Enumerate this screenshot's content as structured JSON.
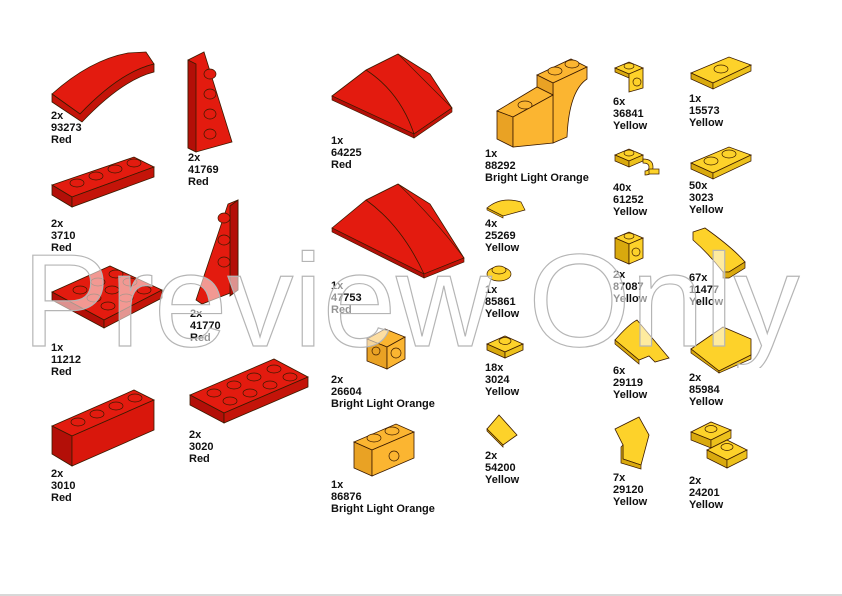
{
  "colors": {
    "red": "#e31b0f",
    "red_dark": "#b30f08",
    "orange": "#fbb531",
    "orange_dark": "#d88f12",
    "yellow": "#fdd22a",
    "yellow_dark": "#d9a90e",
    "outline": "#3a1a00"
  },
  "watermark": {
    "text": "Preview Only"
  },
  "parts": [
    {
      "qty": "2x",
      "id": "93273",
      "color": "Red"
    },
    {
      "qty": "2x",
      "id": "41769",
      "color": "Red"
    },
    {
      "qty": "2x",
      "id": "3710",
      "color": "Red"
    },
    {
      "qty": "1x",
      "id": "11212",
      "color": "Red"
    },
    {
      "qty": "2x",
      "id": "41770",
      "color": "Red"
    },
    {
      "qty": "2x",
      "id": "3010",
      "color": "Red"
    },
    {
      "qty": "2x",
      "id": "3020",
      "color": "Red"
    },
    {
      "qty": "1x",
      "id": "64225",
      "color": "Red"
    },
    {
      "qty": "1x",
      "id": "47753",
      "color": "Red"
    },
    {
      "qty": "2x",
      "id": "26604",
      "color": "Bright Light Orange"
    },
    {
      "qty": "1x",
      "id": "86876",
      "color": "Bright Light Orange"
    },
    {
      "qty": "1x",
      "id": "88292",
      "color": "Bright Light Orange"
    },
    {
      "qty": "4x",
      "id": "25269",
      "color": "Yellow"
    },
    {
      "qty": "1x",
      "id": "85861",
      "color": "Yellow"
    },
    {
      "qty": "18x",
      "id": "3024",
      "color": "Yellow"
    },
    {
      "qty": "2x",
      "id": "54200",
      "color": "Yellow"
    },
    {
      "qty": "6x",
      "id": "36841",
      "color": "Yellow"
    },
    {
      "qty": "40x",
      "id": "61252",
      "color": "Yellow"
    },
    {
      "qty": "2x",
      "id": "87087",
      "color": "Yellow"
    },
    {
      "qty": "6x",
      "id": "29119",
      "color": "Yellow"
    },
    {
      "qty": "7x",
      "id": "29120",
      "color": "Yellow"
    },
    {
      "qty": "1x",
      "id": "15573",
      "color": "Yellow"
    },
    {
      "qty": "50x",
      "id": "3023",
      "color": "Yellow"
    },
    {
      "qty": "67x",
      "id": "11477",
      "color": "Yellow"
    },
    {
      "qty": "2x",
      "id": "85984",
      "color": "Yellow"
    },
    {
      "qty": "2x",
      "id": "24201",
      "color": "Yellow"
    }
  ]
}
